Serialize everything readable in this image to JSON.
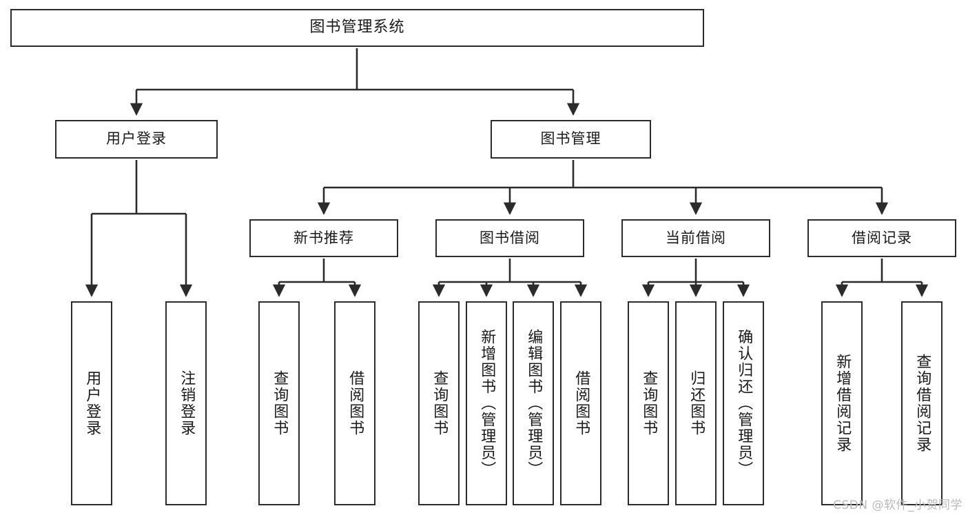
{
  "diagram": {
    "title": "图书管理系统",
    "type": "function-structure-tree",
    "colors": {
      "box_border": "#2b2b2b",
      "box_fill": "#ffffff",
      "connector": "#2b2b2b",
      "text": "#1a1a1a",
      "watermark": "#b9b9b9",
      "background": "#ffffff"
    },
    "root": {
      "label": "图书管理系统"
    },
    "level2": [
      {
        "label": "用户登录"
      },
      {
        "label": "图书管理"
      }
    ],
    "level3": [
      {
        "label": "新书推荐"
      },
      {
        "label": "图书借阅"
      },
      {
        "label": "当前借阅"
      },
      {
        "label": "借阅记录"
      }
    ],
    "leaves": {
      "user_login": [
        {
          "label": "用户登录"
        },
        {
          "label": "注销登录"
        }
      ],
      "new_book_recommend": [
        {
          "label": "查询图书"
        },
        {
          "label": "借阅图书"
        }
      ],
      "book_borrow": [
        {
          "label": "查询图书"
        },
        {
          "label": "新增图书（管理员）"
        },
        {
          "label": "编辑图书（管理员）"
        },
        {
          "label": "借阅图书"
        }
      ],
      "current_borrow": [
        {
          "label": "查询图书"
        },
        {
          "label": "归还图书"
        },
        {
          "label": "确认归还（管理员）"
        }
      ],
      "borrow_record": [
        {
          "label": "新增借阅记录"
        },
        {
          "label": "查询借阅记录"
        }
      ]
    }
  },
  "watermark": {
    "text": "CSDN @软件_小贺同学"
  }
}
